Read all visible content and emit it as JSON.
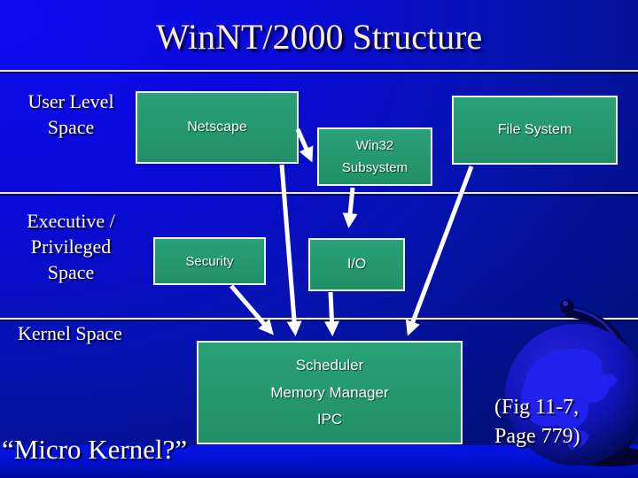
{
  "slide": {
    "title": "WinNT/2000 Structure",
    "footer_quote": "“Micro Kernel?”",
    "fig_caption": {
      "line1": "(Fig 11-7,",
      "line2": "Page 779)"
    }
  },
  "regions": {
    "user_level": {
      "line1": "User Level",
      "line2": "Space"
    },
    "executive": {
      "line1": "Executive /",
      "line2": "Privileged",
      "line3": "Space"
    },
    "kernel": {
      "label": "Kernel Space"
    }
  },
  "boxes": {
    "netscape": "Netscape",
    "win32": {
      "line1": "Win32",
      "line2": "Subsystem"
    },
    "file_system": "File System",
    "security": "Security",
    "io": "I/O",
    "kernel_core": {
      "line1": "Scheduler",
      "line2": "Memory Manager",
      "line3": "IPC"
    }
  },
  "colors": {
    "background_bright": "#0d0def",
    "background_dark": "#000a60",
    "box_fill": "#26996f",
    "box_border": "#f2f2f2",
    "title_text": "#f6f0d0",
    "label_text": "#ffffff",
    "arrow": "#ffffff",
    "divider": "#efefef"
  },
  "icons": {
    "globe": "globe-icon"
  }
}
